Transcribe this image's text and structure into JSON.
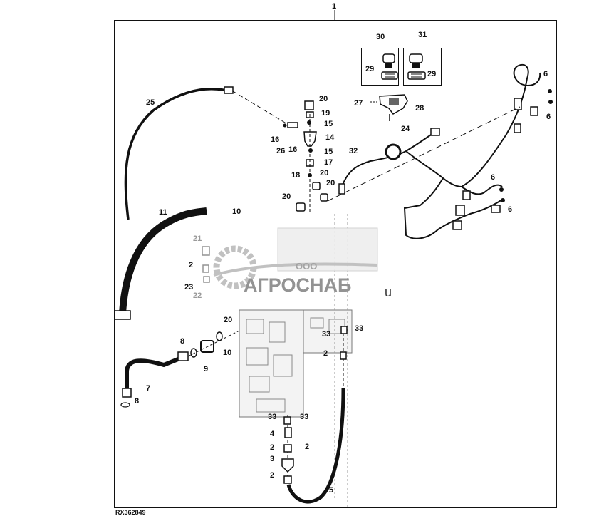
{
  "drawing": {
    "reference_code": "RX362849",
    "assembly_callout": "1"
  },
  "callouts": [
    {
      "id": "c30",
      "text": "30"
    },
    {
      "id": "c31",
      "text": "31"
    },
    {
      "id": "c29a",
      "text": "29"
    },
    {
      "id": "c29b",
      "text": "29"
    },
    {
      "id": "c6a",
      "text": "6"
    },
    {
      "id": "c6b",
      "text": "6"
    },
    {
      "id": "c27",
      "text": "27"
    },
    {
      "id": "c28",
      "text": "28"
    },
    {
      "id": "c24",
      "text": "24"
    },
    {
      "id": "c25",
      "text": "25"
    },
    {
      "id": "c20a",
      "text": "20"
    },
    {
      "id": "c19",
      "text": "19"
    },
    {
      "id": "c15a",
      "text": "15"
    },
    {
      "id": "c14",
      "text": "14"
    },
    {
      "id": "c16a",
      "text": "16"
    },
    {
      "id": "c26",
      "text": "26"
    },
    {
      "id": "c16b",
      "text": "16"
    },
    {
      "id": "c15b",
      "text": "15"
    },
    {
      "id": "c17",
      "text": "17"
    },
    {
      "id": "c32",
      "text": "32"
    },
    {
      "id": "c18",
      "text": "18"
    },
    {
      "id": "c20b",
      "text": "20"
    },
    {
      "id": "c20c",
      "text": "20"
    },
    {
      "id": "c20d",
      "text": "20"
    },
    {
      "id": "c6c",
      "text": "6"
    },
    {
      "id": "c6d",
      "text": "6"
    },
    {
      "id": "c11",
      "text": "11"
    },
    {
      "id": "c10a",
      "text": "10"
    },
    {
      "id": "c21",
      "text": "21"
    },
    {
      "id": "c23a",
      "text": "2"
    },
    {
      "id": "c23b",
      "text": "23"
    },
    {
      "id": "c22",
      "text": "22"
    },
    {
      "id": "c20e",
      "text": "20"
    },
    {
      "id": "c33a",
      "text": "33"
    },
    {
      "id": "c33b",
      "text": "33"
    },
    {
      "id": "c8a",
      "text": "8"
    },
    {
      "id": "c10b",
      "text": "10"
    },
    {
      "id": "c9",
      "text": "9"
    },
    {
      "id": "c2a",
      "text": "2"
    },
    {
      "id": "c7",
      "text": "7"
    },
    {
      "id": "c8b",
      "text": "8"
    },
    {
      "id": "c33c",
      "text": "33"
    },
    {
      "id": "c33d",
      "text": "33"
    },
    {
      "id": "c4",
      "text": "4"
    },
    {
      "id": "c2b",
      "text": "2"
    },
    {
      "id": "c2c",
      "text": "2"
    },
    {
      "id": "c3",
      "text": "3"
    },
    {
      "id": "c2d",
      "text": "2"
    },
    {
      "id": "c5",
      "text": "5"
    }
  ],
  "watermark": {
    "company_prefix": "ООО",
    "company_name": "АГРОСНАБ",
    "suffix": "u"
  }
}
